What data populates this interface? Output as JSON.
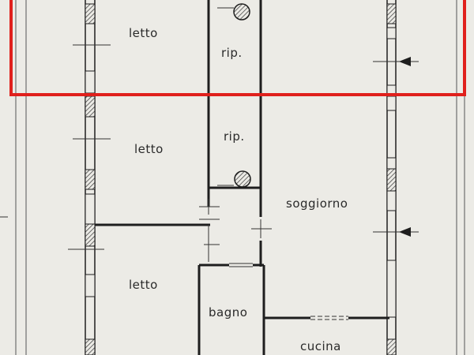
{
  "rooms": {
    "letto_top": "letto",
    "rip_top": "rip.",
    "letto_mid": "letto",
    "rip_mid": "rip.",
    "soggiorno": "soggiorno",
    "letto_bottom": "letto",
    "bagno": "bagno",
    "cucina": "cucina"
  },
  "colors": {
    "background": "#ecebe6",
    "wall": "#1e1e1e",
    "highlight": "#e0201c"
  }
}
